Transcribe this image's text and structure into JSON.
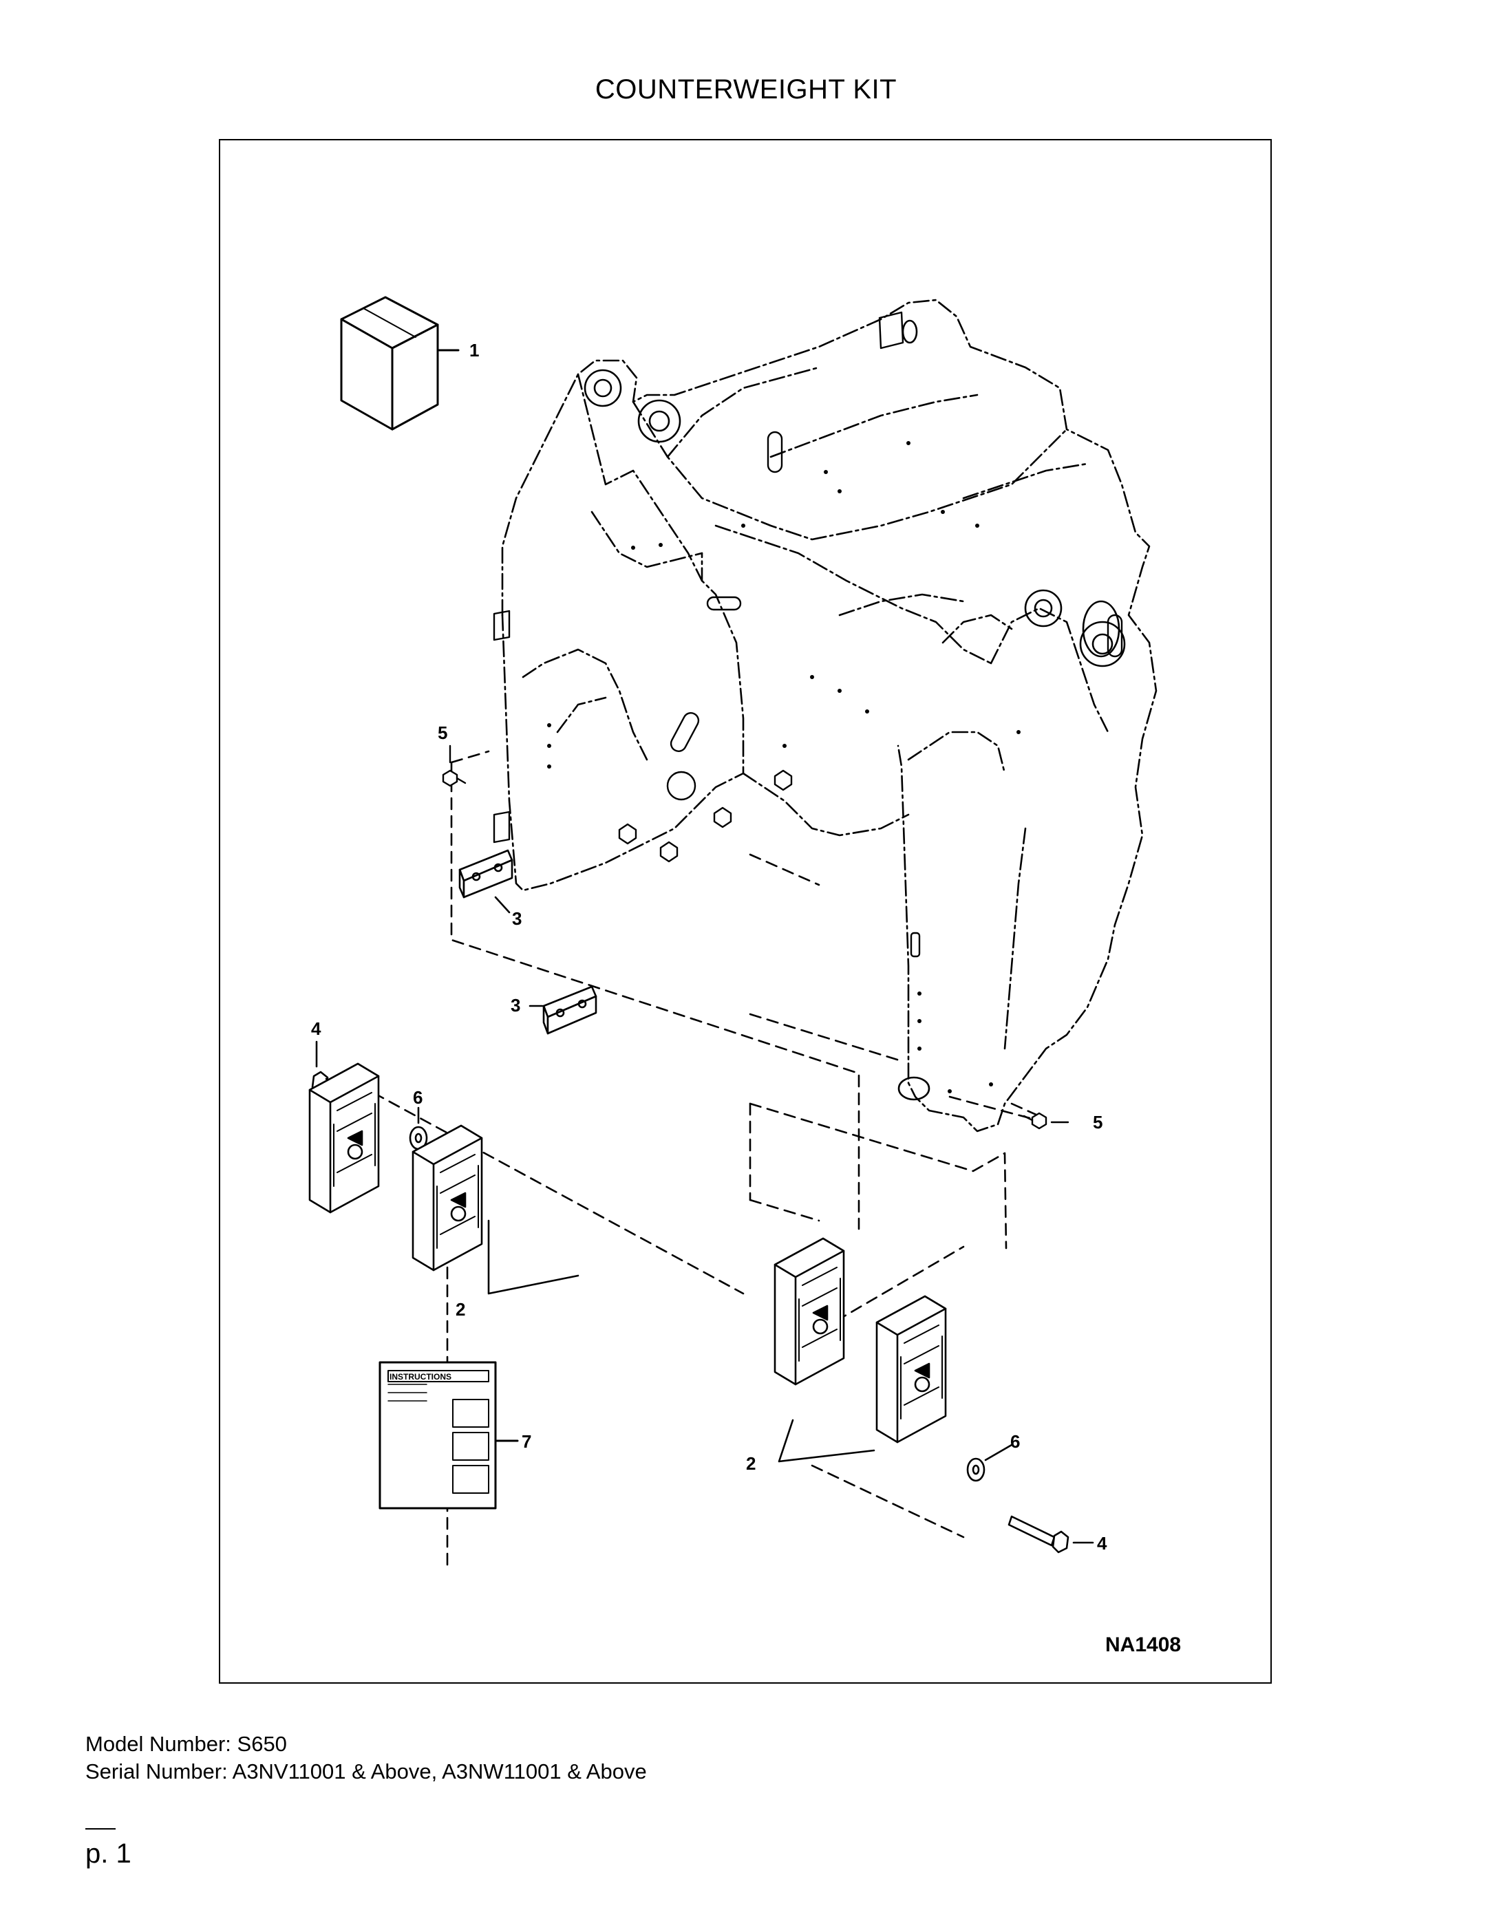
{
  "page": {
    "title": "COUNTERWEIGHT KIT",
    "figure_id": "NA1408",
    "model_line": "Model Number: S650",
    "serial_line": "Serial Number: A3NV11001 & Above, A3NW11001 & Above",
    "page_label": "p. 1"
  },
  "diagram": {
    "callouts": {
      "c1": "1",
      "c2a": "2",
      "c2b": "2",
      "c3a": "3",
      "c3b": "3",
      "c4a": "4",
      "c4b": "4",
      "c5a": "5",
      "c5b": "5",
      "c6a": "6",
      "c6b": "6",
      "c7": "7"
    },
    "instructions_label": "INSTRUCTIONS"
  }
}
